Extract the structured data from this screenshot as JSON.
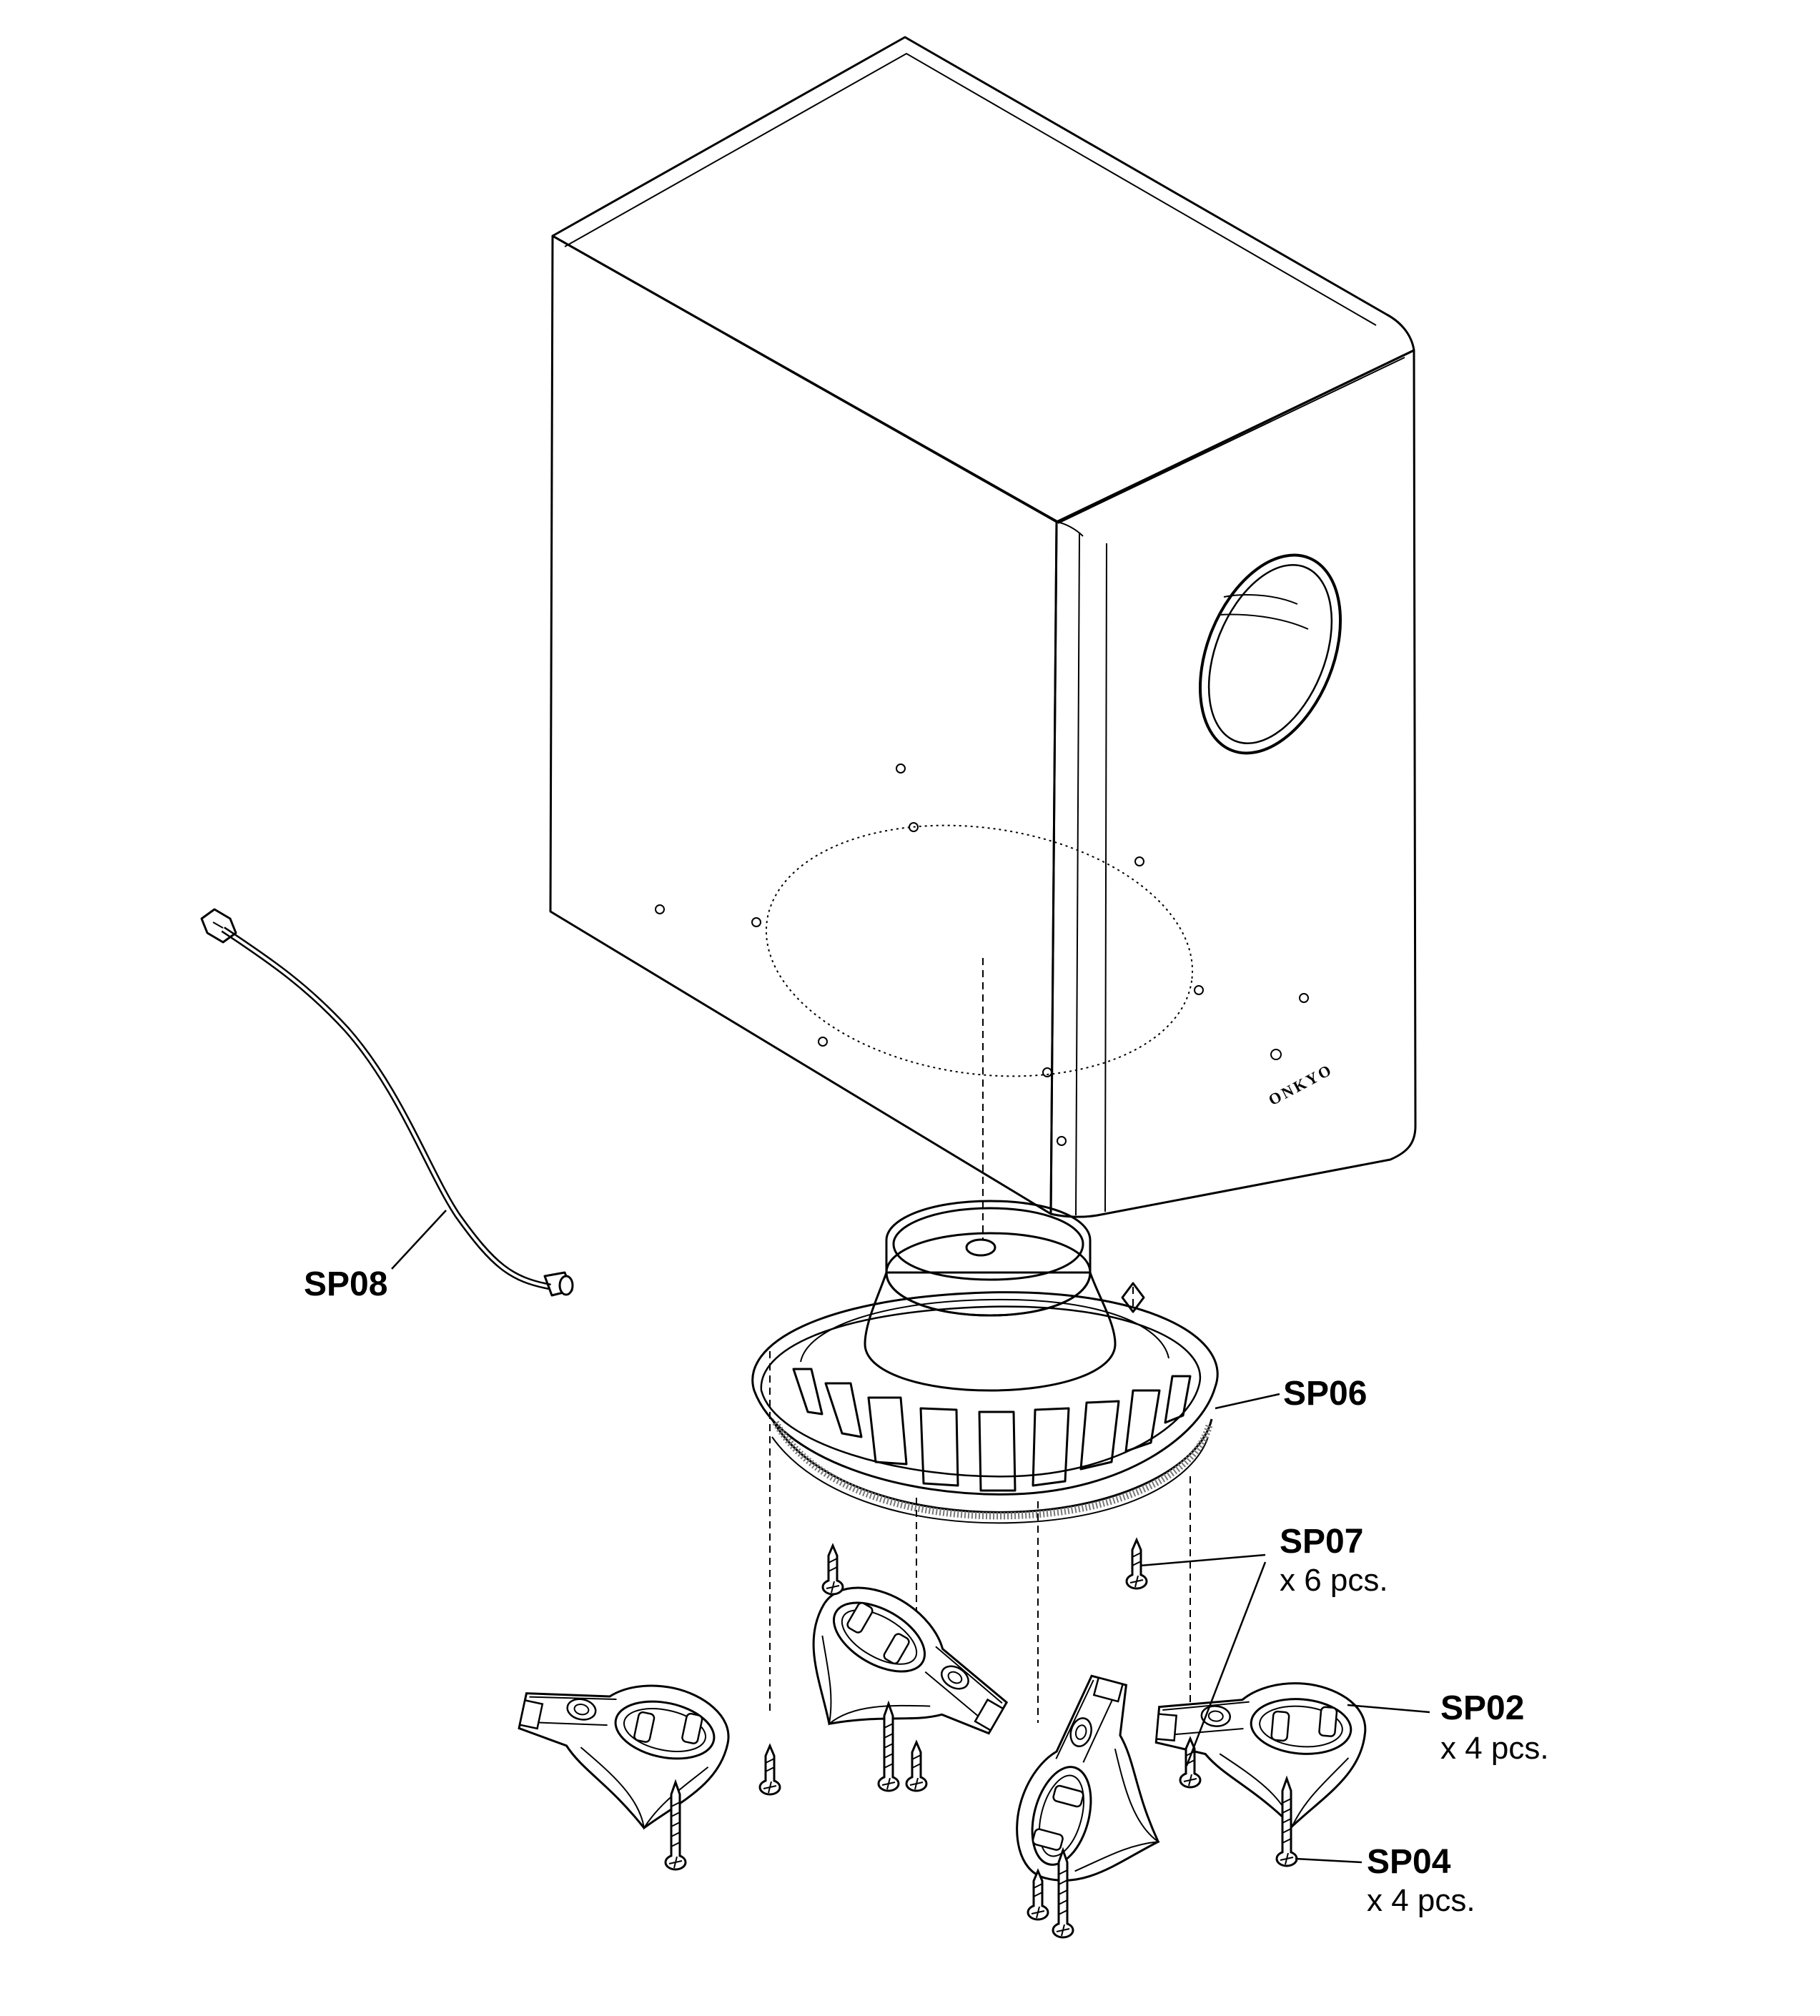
{
  "brand_mark": "ONKYO",
  "labels": {
    "sp08": {
      "code": "SP08"
    },
    "sp06": {
      "code": "SP06"
    },
    "sp07": {
      "code": "SP07",
      "qty": "x 6 pcs."
    },
    "sp02": {
      "code": "SP02",
      "qty": "x 4 pcs."
    },
    "sp04": {
      "code": "SP04",
      "qty": "x 4 pcs."
    }
  }
}
